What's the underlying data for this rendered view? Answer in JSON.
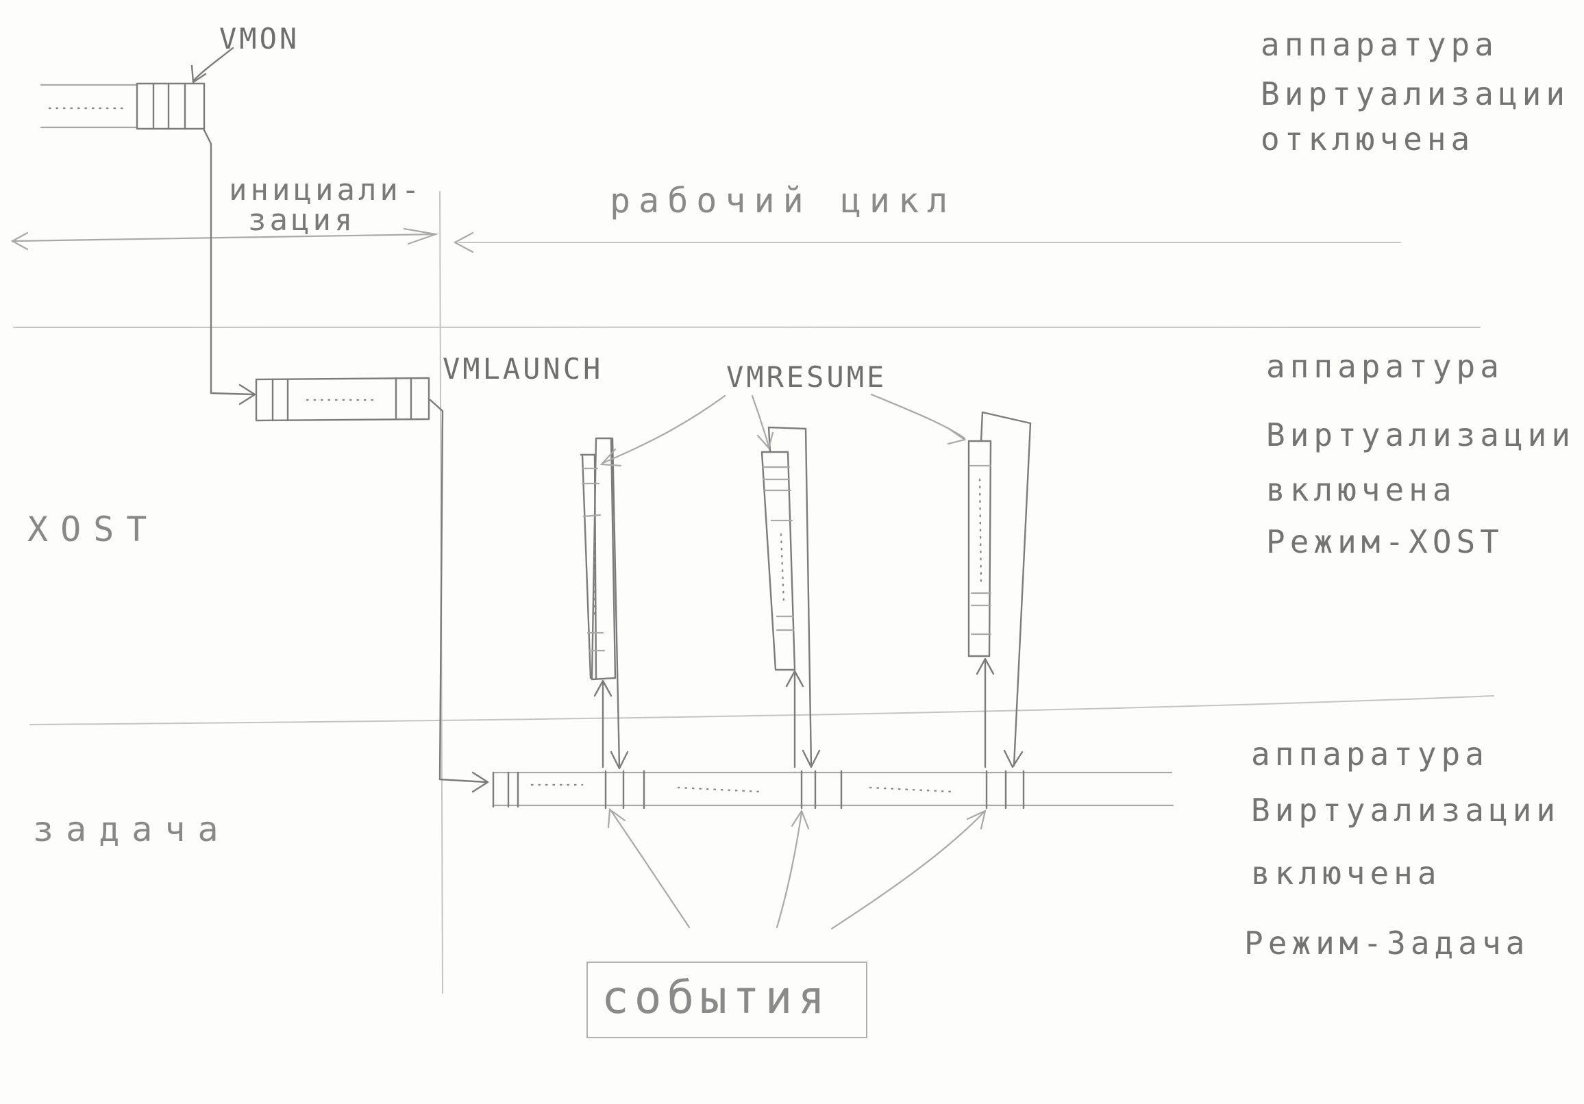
{
  "labels": {
    "vmon": "VMON",
    "vmlaunch": "VMLAUNCH",
    "vmresume": "VMRESUME",
    "init_line1": "инициали-",
    "init_line2": "зация",
    "working_cycle": "рабочий цикл",
    "host": "XOST",
    "guest": "задача",
    "events": "события"
  },
  "hw_off": {
    "line1": "аппаратура",
    "line2": "Виртуализации",
    "line3": "отключена"
  },
  "hw_host": {
    "line1": "аппаратура",
    "line2": "Виртуализации",
    "line3": "включена",
    "line4": "Режим-ХОST"
  },
  "hw_guest": {
    "line1": "аппаратура",
    "line2": "Виртуализации",
    "line3": "включена",
    "line4": "Режим-Задача"
  }
}
